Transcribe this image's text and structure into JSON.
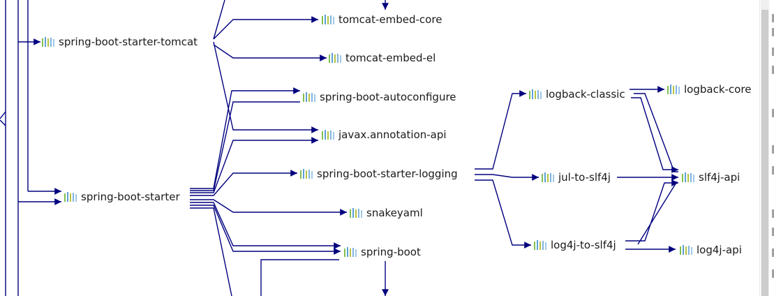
{
  "diagram": {
    "edge_color": "#00007f",
    "nodes": [
      {
        "id": "tomcat-embed-core",
        "label": "tomcat-embed-core"
      },
      {
        "id": "spring-boot-starter-tomcat",
        "label": "spring-boot-starter-tomcat"
      },
      {
        "id": "tomcat-embed-el",
        "label": "tomcat-embed-el"
      },
      {
        "id": "spring-boot-autoconfigure",
        "label": "spring-boot-autoconfigure"
      },
      {
        "id": "javax-annotation-api",
        "label": "javax.annotation-api"
      },
      {
        "id": "spring-boot-starter-logging",
        "label": "spring-boot-starter-logging"
      },
      {
        "id": "spring-boot-starter",
        "label": "spring-boot-starter"
      },
      {
        "id": "snakeyaml",
        "label": "snakeyaml"
      },
      {
        "id": "spring-boot",
        "label": "spring-boot"
      },
      {
        "id": "logback-classic",
        "label": "logback-classic"
      },
      {
        "id": "logback-core",
        "label": "logback-core"
      },
      {
        "id": "jul-to-slf4j",
        "label": "jul-to-slf4j"
      },
      {
        "id": "slf4j-api",
        "label": "slf4j-api"
      },
      {
        "id": "log4j-to-slf4j",
        "label": "log4j-to-slf4j"
      },
      {
        "id": "log4j-api",
        "label": "log4j-api"
      }
    ],
    "icon": "maven-library-icon"
  }
}
